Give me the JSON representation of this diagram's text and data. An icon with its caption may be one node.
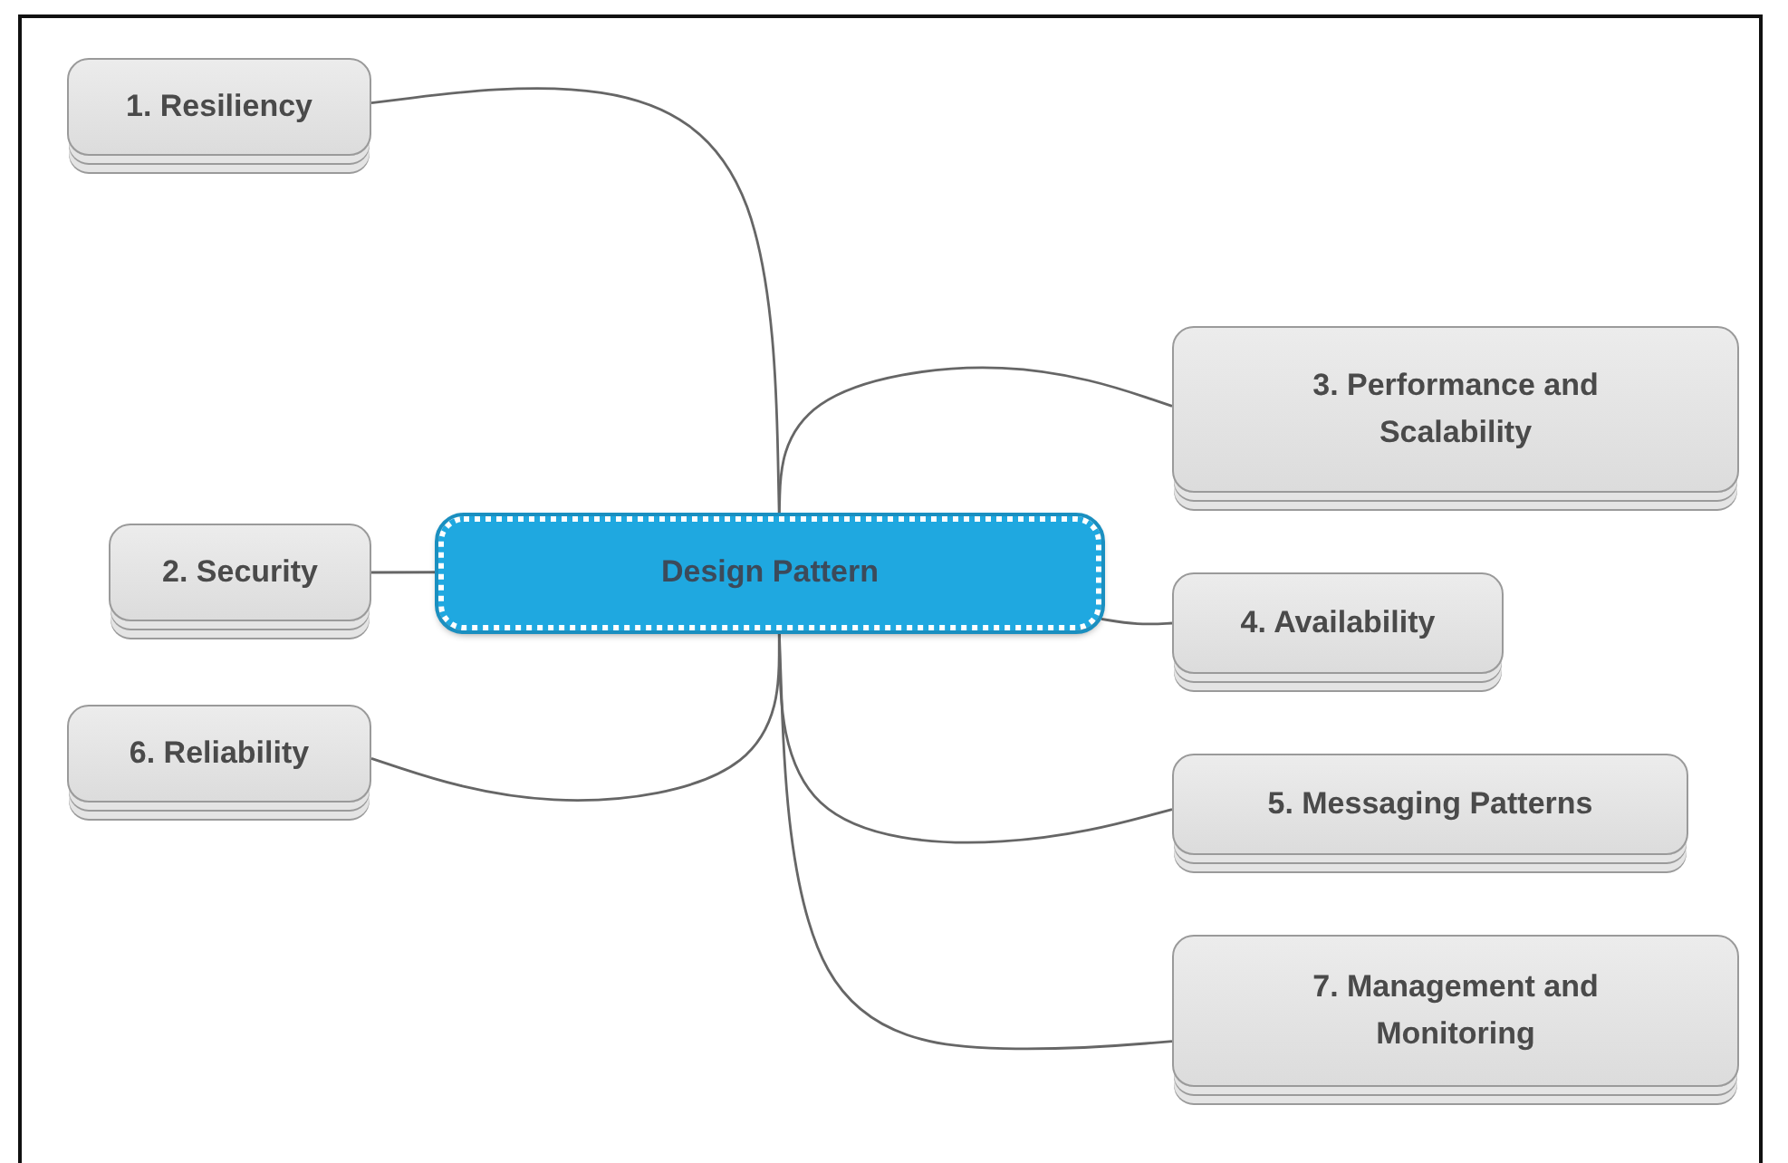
{
  "diagram": {
    "nodes": [
      {
        "text": [
          "Design Pattern"
        ]
      },
      {
        "text": [
          "1. Resiliency"
        ]
      },
      {
        "text": [
          "2. Security"
        ]
      },
      {
        "text": [
          "3. Performance and Scalability"
        ]
      },
      {
        "text": [
          "4. Availability"
        ]
      },
      {
        "text": [
          "5. Messaging Patterns"
        ]
      },
      {
        "text": [
          "6. Reliability"
        ]
      },
      {
        "text": [
          "7. Management and Monitoring"
        ]
      }
    ],
    "edges": [
      {
        "from": 0,
        "to": 1,
        "arrow": "none"
      },
      {
        "from": 0,
        "to": 2,
        "arrow": "none"
      },
      {
        "from": 0,
        "to": 3,
        "arrow": "none"
      },
      {
        "from": 0,
        "to": 4,
        "arrow": "none"
      },
      {
        "from": 0,
        "to": 5,
        "arrow": "none"
      },
      {
        "from": 0,
        "to": 6,
        "arrow": "none"
      },
      {
        "from": 0,
        "to": 7,
        "arrow": "none"
      }
    ]
  }
}
